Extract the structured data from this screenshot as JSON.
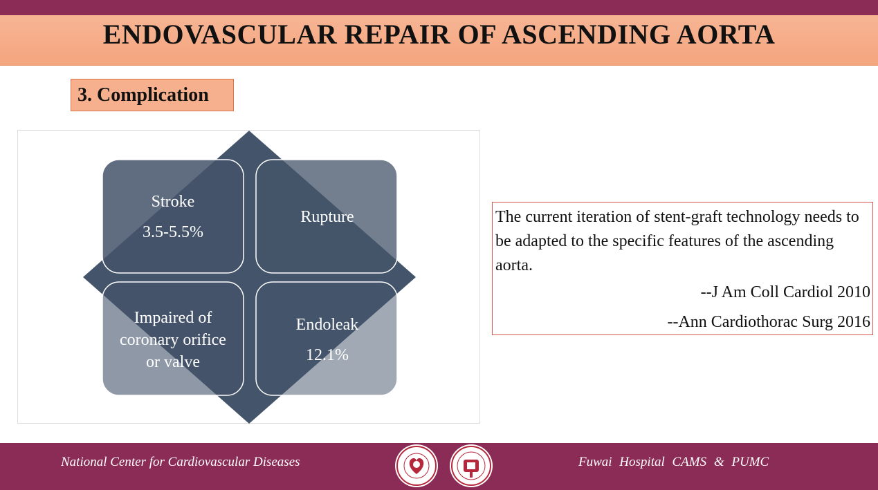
{
  "title": "ENDOVASCULAR REPAIR OF ASCENDING AORTA",
  "section": "3. Complication",
  "diagram": {
    "nodes": [
      {
        "label": "Stroke",
        "value": "3.5-5.5%"
      },
      {
        "label": "Rupture"
      },
      {
        "lines": [
          "Impaired of",
          "coronary orifice",
          "or valve"
        ]
      },
      {
        "label": "Endoleak",
        "value": "12.1%"
      }
    ]
  },
  "quote": {
    "text": "The current iteration of stent-graft technology needs to be adapted to the specific  features of the ascending aorta.",
    "refs": [
      "--J Am Coll Cardiol 2010",
      "--Ann Cardiothorac Surg 2016"
    ]
  },
  "footer": {
    "left": "National Center for Cardiovascular Diseases",
    "right": "Fuwai Hospital   CAMS   &   PUMC"
  },
  "colors": {
    "brand": "#8b2c57",
    "title_band": "#f4a57e",
    "diamond": "#44546a",
    "quote_border": "#d9534a"
  },
  "logos": [
    "national-center-logo",
    "fuwai-hospital-logo"
  ]
}
